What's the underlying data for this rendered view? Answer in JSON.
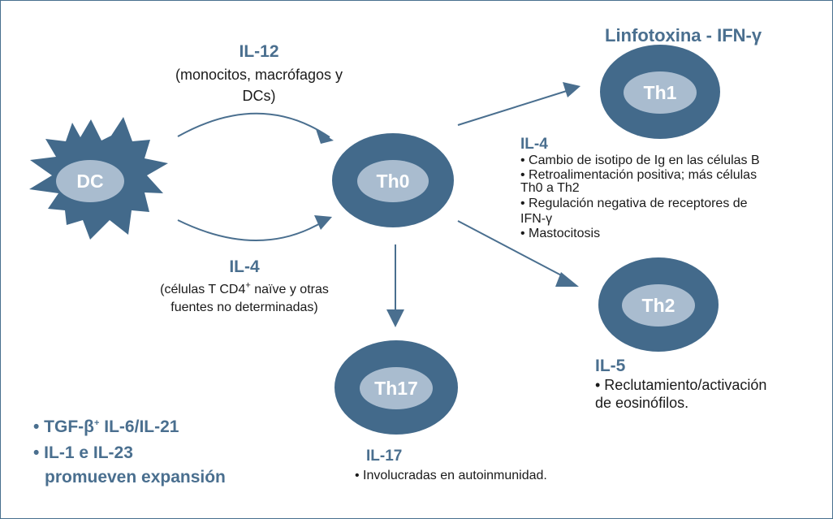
{
  "nodes": {
    "dc": "DC",
    "th0": "Th0",
    "th1": "Th1",
    "th2": "Th2",
    "th17": "Th17"
  },
  "il12": {
    "title": "IL-12",
    "sources_line1": "(monocitos, macrófagos y",
    "sources_line2": "DCs)"
  },
  "il4_left": {
    "title": "IL-4",
    "sources_prefix": "(células T CD4",
    "sources_sup": "+",
    "sources_suffix": " naïve y otras",
    "sources_line2": "fuentes no determinadas)"
  },
  "th1_title": "Linfotoxina - IFN-γ",
  "il4_right": {
    "title": "IL-4",
    "items": [
      "• Cambio de isotipo de Ig en las células B",
      "• Retroalimentación positiva; más células",
      "Th0 a Th2",
      "• Regulación negativa de receptores de",
      "IFN-γ",
      "• Mastocitosis"
    ]
  },
  "il5": {
    "title": "IL-5",
    "line1": "• Reclutamiento/activación",
    "line2": "de eosinófilos."
  },
  "il17": {
    "title": "IL-17",
    "item": "• Involucradas en autoinmunidad."
  },
  "th17_factors": {
    "line1_prefix": "• TGF-β",
    "line1_sup": "+",
    "line1_suffix": " IL-6/IL-21",
    "line2": "• IL-1 e IL-23",
    "line3": "promueven expansión"
  },
  "colors": {
    "node_dark": "#436a8b",
    "node_light": "#a9bccf",
    "arrow": "#4a6f8f",
    "label": "#4a6f8f"
  }
}
